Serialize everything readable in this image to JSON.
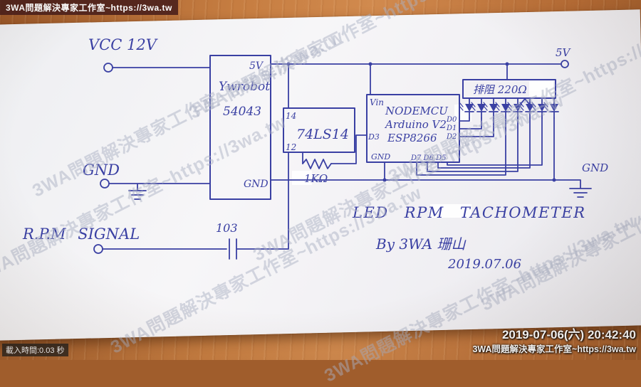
{
  "colors": {
    "ink": "#3a40a3",
    "wood": "#c67d41",
    "paper": "#f3f2f5"
  },
  "watermark": {
    "text": "3WA問題解決專家工作室~https://3wa.tw"
  },
  "overlay": {
    "top_left": "3WA問題解決專家工作室~https://3wa.tw",
    "timestamp": "2019-07-06(六) 20:42:40",
    "site_line": "3WA問題解決專家工作室~https://3wa.tw",
    "load_time": "載入時間:0.03 秒"
  },
  "circuit": {
    "vcc_label": "VCC 12V",
    "gnd_left_label": "GND",
    "rpm_label": "R.P.M SIGNAL",
    "capacitor_label": "103",
    "resistor_label": "1KΩ",
    "rail_5v_label": "5V",
    "gnd_right_label": "GND",
    "regulator": {
      "name": "Ywrobot",
      "model": "54043",
      "pin_5v": "5V",
      "pin_gnd": "GND"
    },
    "inverter": {
      "name": "74LS14",
      "pin_top": "14",
      "pin_bottom": "12"
    },
    "mcu": {
      "pin_vin": "Vin",
      "name_line1": "NODEMCU",
      "name_line2": "Arduino V2",
      "name_line3": "ESP8266",
      "pin_d3": "D3",
      "pin_gnd": "GND",
      "pins_bottom": "D7 D6 D5",
      "pin_d0": "D0",
      "pin_d1": "D1",
      "pin_d2": "D2"
    },
    "resistor_network_label": "排阻 220Ω",
    "title": "LED RPM TACHOMETER",
    "byline": "By 3WA 珊山",
    "date": "2019.07.06"
  }
}
